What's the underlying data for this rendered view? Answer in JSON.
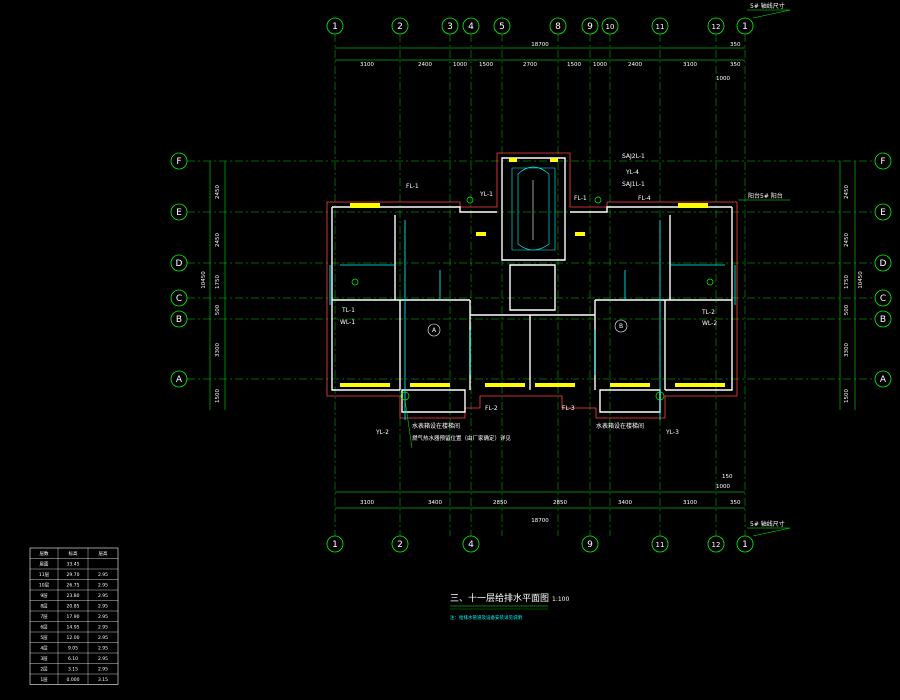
{
  "grid": {
    "top_labels": [
      "1",
      "2",
      "3",
      "4",
      "5",
      "8",
      "9",
      "10",
      "11",
      "12",
      "1"
    ],
    "bottom_labels": [
      "1",
      "2",
      "4",
      "9",
      "11",
      "12",
      "1"
    ],
    "left_labels": [
      "F",
      "E",
      "D",
      "C",
      "B",
      "A"
    ],
    "right_labels": [
      "F",
      "E",
      "D",
      "C",
      "B",
      "A"
    ]
  },
  "dimensions": {
    "top_total": "18700",
    "top_segments": [
      "3100",
      "2400",
      "1000",
      "1500",
      "2700",
      "1500",
      "1000",
      "2400",
      "3100"
    ],
    "bottom_total": "18700",
    "bottom_segments": [
      "3100",
      "3400",
      "2850",
      "2850",
      "3400",
      "3100"
    ],
    "left_segments": [
      "2450",
      "2450",
      "1750",
      "500",
      "3300",
      "1500"
    ],
    "left_total": "10450",
    "right_segments": [
      "2450",
      "2450",
      "1750",
      "500",
      "3300",
      "1500"
    ],
    "right_total": "10450",
    "side_small": [
      "350",
      "350",
      "1000",
      "150",
      "1000",
      "350"
    ]
  },
  "callouts": {
    "top_right": "5# 轴线尺寸",
    "bottom_right": "5# 轴线尺寸",
    "right_mid": "阳台5# 阳台"
  },
  "pipe_tags": [
    "FL-1",
    "YL-1",
    "FL-1",
    "SAJ2L-1",
    "YL-4",
    "SAJ1L-1",
    "FL-4",
    "TL-1",
    "WL-1",
    "TL-2",
    "WL-2",
    "FL-2",
    "FL-3",
    "YL-2",
    "YL-3"
  ],
  "unit_labels": [
    "A",
    "B"
  ],
  "notes": [
    "水表箱设在楼梯间",
    "燃气热水器预留位置（由厂家确定）详见",
    "水表箱设在楼梯间"
  ],
  "title": "三、十一层给排水平面图",
  "scale": "1:100",
  "subtitle": "注：给排水管道及设备安装详见说明",
  "floor_table": {
    "headers": [
      "层数",
      "标高",
      "层高"
    ],
    "rows": [
      [
        "屋面",
        "33.45",
        ""
      ],
      [
        "11层",
        "29.70",
        "2.95"
      ],
      [
        "10层",
        "26.75",
        "2.95"
      ],
      [
        "9层",
        "23.80",
        "2.95"
      ],
      [
        "8层",
        "20.85",
        "2.95"
      ],
      [
        "7层",
        "17.90",
        "2.95"
      ],
      [
        "6层",
        "14.95",
        "2.95"
      ],
      [
        "5层",
        "12.00",
        "2.95"
      ],
      [
        "4层",
        "9.05",
        "2.95"
      ],
      [
        "3层",
        "6.10",
        "2.95"
      ],
      [
        "2层",
        "3.15",
        "2.95"
      ],
      [
        "1层",
        "0.000",
        "3.15"
      ]
    ]
  },
  "colors": {
    "background": "#000000",
    "grid_line": "#00ff00",
    "wall": "#ffffff",
    "dim_line": "#00ff00",
    "outline": "#ff4040",
    "pipe": "#00ffff",
    "fixture": "#ffff00",
    "annotation": "#ffffff"
  }
}
